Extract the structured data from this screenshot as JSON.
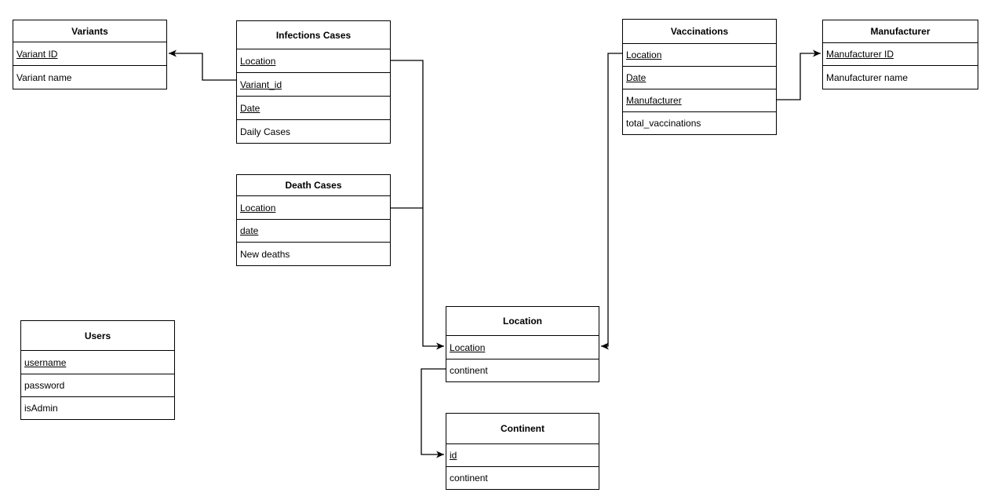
{
  "diagram": {
    "type": "entity-relationship",
    "background_color": "#ffffff",
    "stroke_color": "#000000",
    "text_color": "#000000",
    "tables": [
      {
        "title": "Variants",
        "fields": [
          {
            "label": "Variant ID",
            "primary_key": true
          },
          {
            "label": "Variant name",
            "primary_key": false
          }
        ]
      },
      {
        "title": "Infections Cases",
        "fields": [
          {
            "label": "Location",
            "primary_key": true
          },
          {
            "label": "Variant_id",
            "primary_key": true
          },
          {
            "label": "Date",
            "primary_key": true
          },
          {
            "label": "Daily Cases",
            "primary_key": false
          }
        ]
      },
      {
        "title": "Death Cases",
        "fields": [
          {
            "label": "Location",
            "primary_key": true
          },
          {
            "label": "date",
            "primary_key": true
          },
          {
            "label": "New deaths",
            "primary_key": false
          }
        ]
      },
      {
        "title": "Users",
        "fields": [
          {
            "label": "username",
            "primary_key": true
          },
          {
            "label": "password",
            "primary_key": false
          },
          {
            "label": "isAdmin",
            "primary_key": false
          }
        ]
      },
      {
        "title": "Location",
        "fields": [
          {
            "label": "Location",
            "primary_key": true
          },
          {
            "label": "continent",
            "primary_key": false
          }
        ]
      },
      {
        "title": "Continent",
        "fields": [
          {
            "label": "id",
            "primary_key": true
          },
          {
            "label": "continent",
            "primary_key": false
          }
        ]
      },
      {
        "title": "Vaccinations",
        "fields": [
          {
            "label": "Location",
            "primary_key": true
          },
          {
            "label": "Date",
            "primary_key": true
          },
          {
            "label": "Manufacturer",
            "primary_key": true
          },
          {
            "label": "total_vaccinations",
            "primary_key": false
          }
        ]
      },
      {
        "title": "Manufacturer",
        "fields": [
          {
            "label": "Manufacturer ID",
            "primary_key": true
          },
          {
            "label": "Manufacturer name",
            "primary_key": false
          }
        ]
      }
    ],
    "relationships": [
      {
        "from": "Infections Cases.Variant_id",
        "to": "Variants.Variant ID"
      },
      {
        "from": "Infections Cases.Location",
        "to": "Location.Location"
      },
      {
        "from": "Death Cases.Location",
        "to": "Location.Location"
      },
      {
        "from": "Vaccinations.Location",
        "to": "Location.Location"
      },
      {
        "from": "Vaccinations.Manufacturer",
        "to": "Manufacturer.Manufacturer ID"
      },
      {
        "from": "Location.continent",
        "to": "Continent.id"
      }
    ]
  }
}
